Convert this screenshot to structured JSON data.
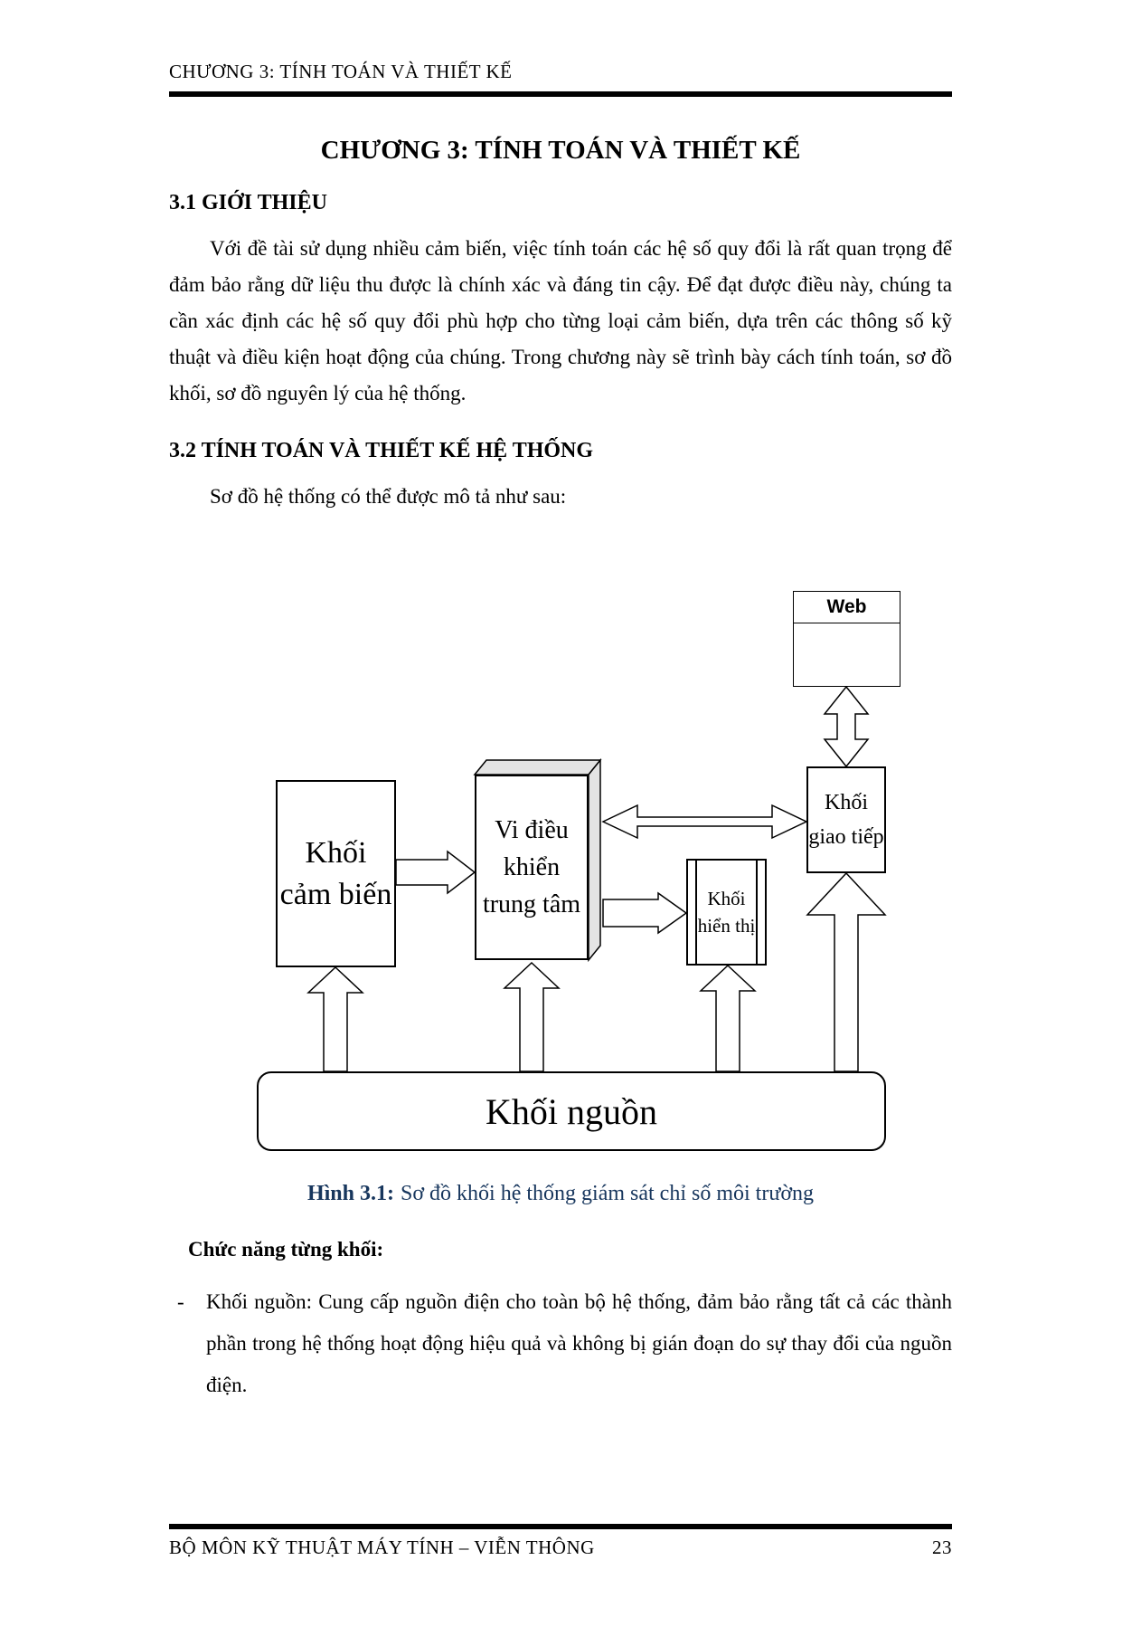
{
  "header": {
    "text": "CHƯƠNG 3: TÍNH TOÁN VÀ THIẾT KẾ"
  },
  "title": "CHƯƠNG 3: TÍNH TOÁN VÀ THIẾT KẾ",
  "sections": {
    "s31": {
      "heading": "3.1 GIỚI THIỆU",
      "paragraph": "Với đề tài sử dụng nhiều cảm biến, việc tính toán các hệ số quy đổi là rất quan trọng để đảm bảo rằng dữ liệu thu được là chính xác và đáng tin cậy. Để đạt được điều này, chúng ta cần xác định các hệ số quy đổi phù hợp cho từng loại cảm biến, dựa trên các thông số kỹ thuật và điều kiện hoạt động của chúng. Trong chương này sẽ trình bày cách tính toán, sơ đồ khối, sơ đồ nguyên lý của hệ thống."
    },
    "s32": {
      "heading": "3.2 TÍNH TOÁN VÀ THIẾT KẾ HỆ THỐNG",
      "intro": "Sơ đồ hệ thống có thể được mô tả như sau:"
    }
  },
  "diagram": {
    "web": "Web",
    "cam_bien": "Khối cảm biến",
    "vdk": "Vi điều khiển trung tâm",
    "hien_thi": "Khối hiển thị",
    "giao_tiep": "Khối giao tiếp",
    "nguon": "Khối nguồn"
  },
  "caption": {
    "label": "Hình 3.1:",
    "text": "Sơ đồ khối hệ thống giám sát chỉ số môi trường"
  },
  "functions": {
    "heading": "Chức năng từng khối:",
    "items": [
      {
        "bullet": "-",
        "text": "Khối nguồn: Cung cấp nguồn điện cho toàn bộ hệ thống, đảm bảo rằng tất cả các thành phần trong hệ thống hoạt động hiệu quả và không bị gián đoạn do sự thay đổi của nguồn điện."
      }
    ]
  },
  "footer": {
    "left": "BỘ MÔN KỸ THUẬT MÁY TÍNH – VIỄN THÔNG",
    "page": "23"
  },
  "colors": {
    "caption_navy": "#17365D",
    "ink": "#000000",
    "face_gray": "#e4e4e4"
  }
}
